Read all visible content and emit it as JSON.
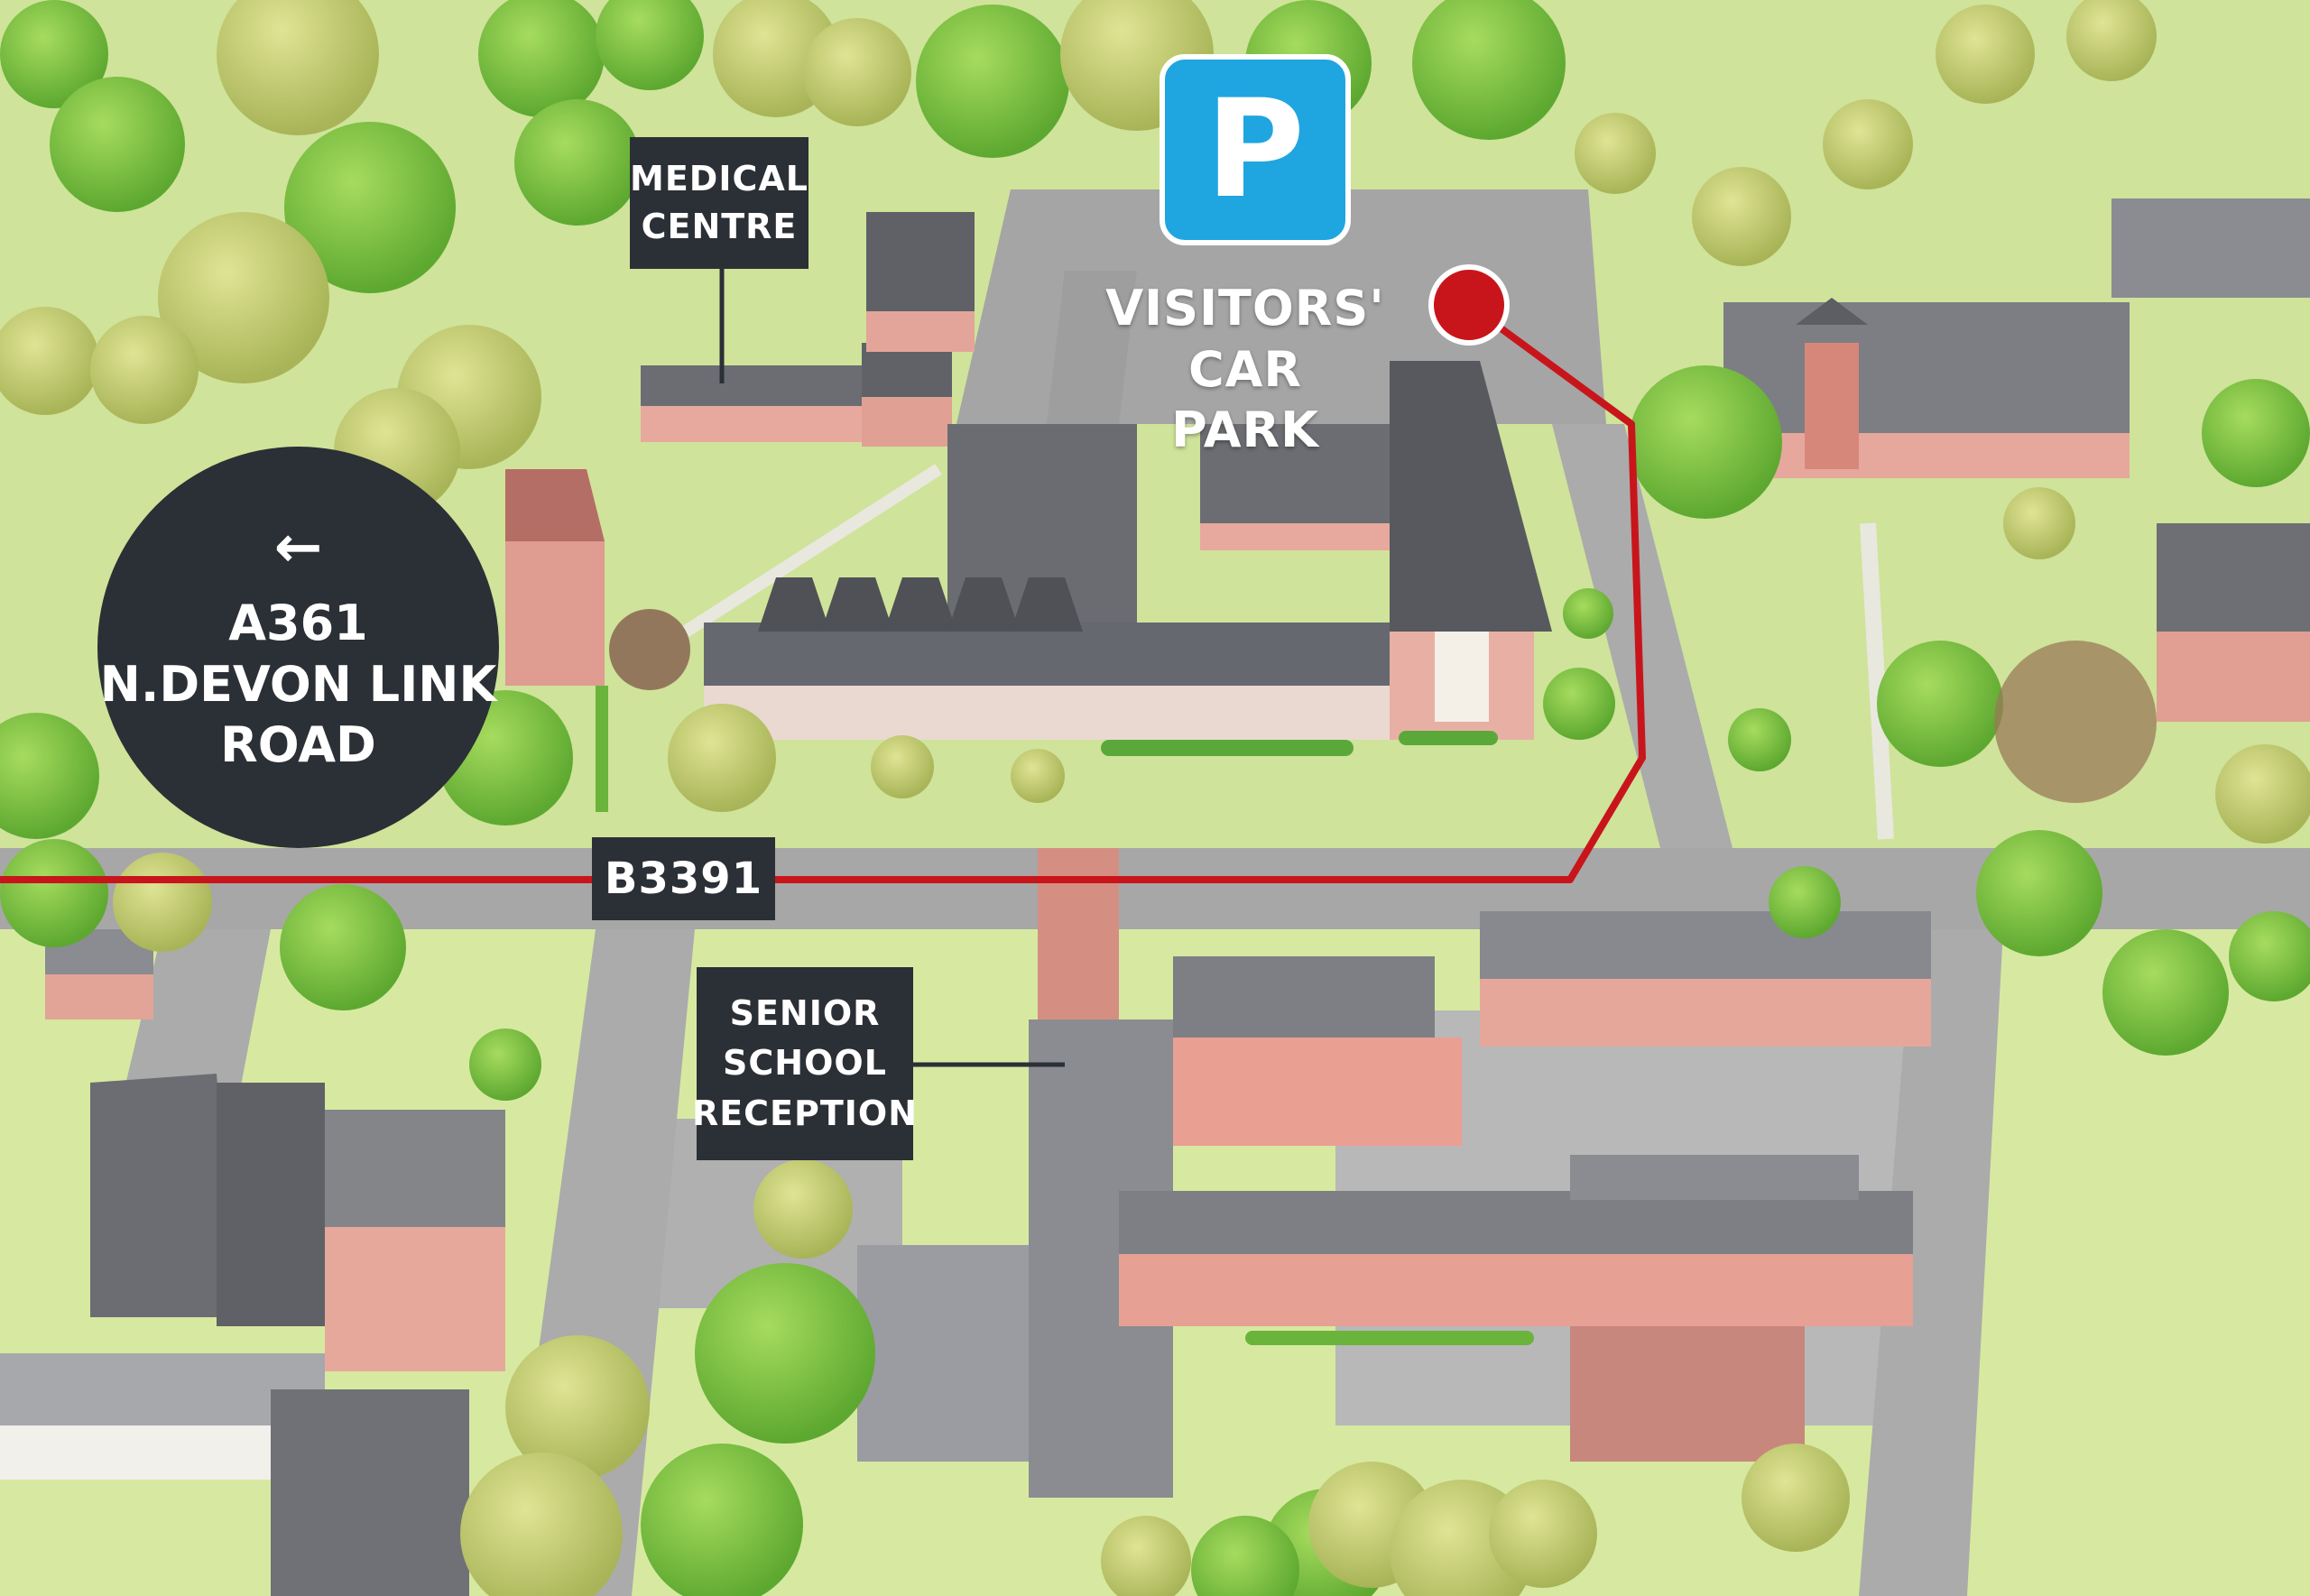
{
  "labels": {
    "medical_centre": [
      "MEDICAL",
      "CENTRE"
    ],
    "visitors_car_park": [
      "VISITORS' CAR",
      "PARK"
    ],
    "parking_symbol": "P",
    "road_a361": {
      "arrow": "←",
      "lines": [
        "A361",
        "N.DEVON LINK",
        "ROAD"
      ]
    },
    "road_b3391": "B3391",
    "senior_school_reception": [
      "SENIOR",
      "SCHOOL",
      "RECEPTION"
    ]
  },
  "colors": {
    "grass": "#cfe39a",
    "road": "#a3a3a3",
    "route": "#c8151b",
    "label_bg": "#2b2f36",
    "parking_blue": "#1fa6e0",
    "brick": "#e3a59a",
    "roof": "#5f6166",
    "tree_dark": "#7cc043",
    "tree_light": "#c4d27a"
  },
  "icons": {
    "parking": "parking-sign-icon",
    "destination": "map-pin-icon",
    "direction": "arrow-left-icon"
  }
}
